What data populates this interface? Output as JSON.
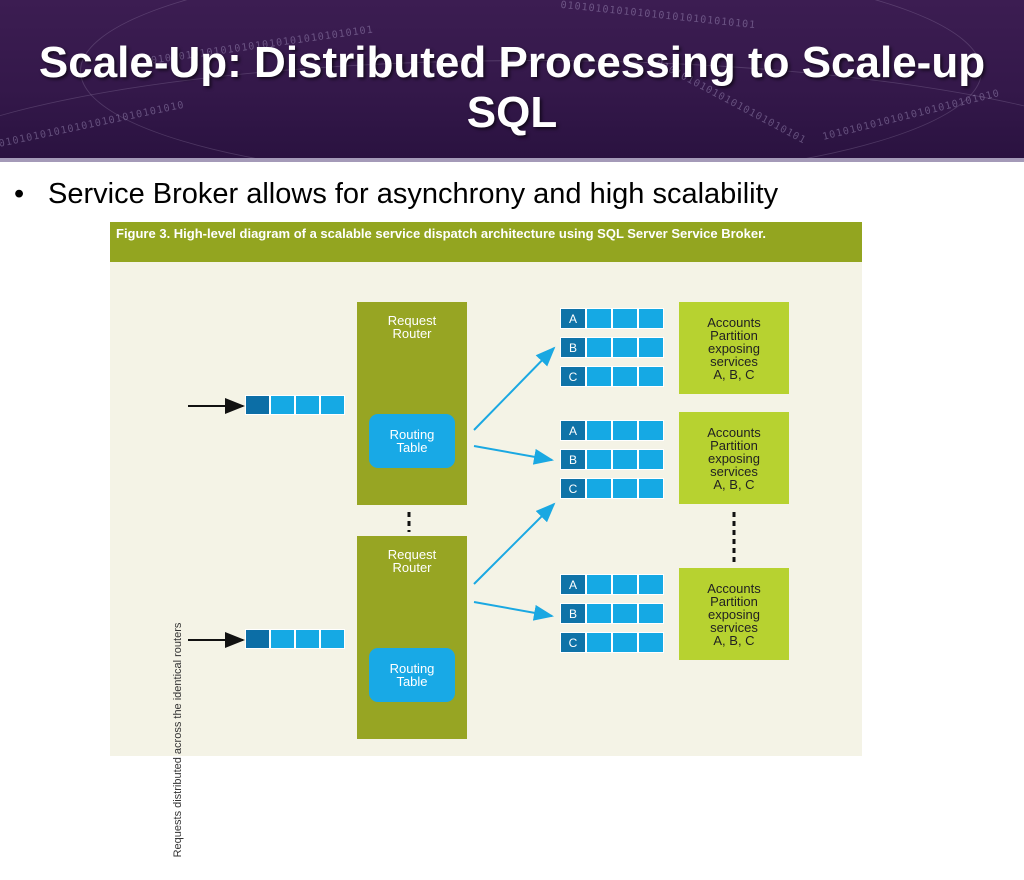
{
  "slide": {
    "title": "Scale-Up: Distributed Processing to Scale-up SQL",
    "bullet": "Service Broker allows for asynchrony and high scalability"
  },
  "figure": {
    "caption": "Figure 3. High-level diagram of a scalable service dispatch architecture using SQL Server Service Broker.",
    "vertical_label": "Requests distributed across the identical routers",
    "routers": [
      {
        "label": "Request\nRouter",
        "table": "Routing\nTable"
      },
      {
        "label": "Request\nRouter",
        "table": "Routing\nTable"
      }
    ],
    "queue_labels": [
      "A",
      "B",
      "C"
    ],
    "partition_text": "Accounts\nPartition\nexposing\nservices\nA, B, C"
  },
  "colors": {
    "header": "#3c1d52",
    "router": "#97a523",
    "partition": "#b7d230",
    "queue": "#15a9e4",
    "caption_bar": "#93a520"
  }
}
